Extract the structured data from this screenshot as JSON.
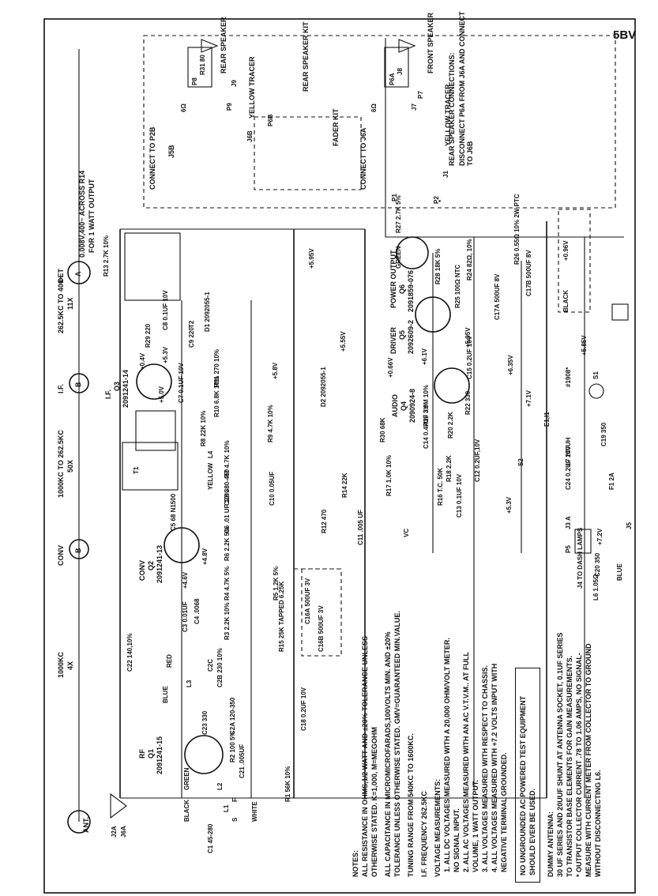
{
  "page": {
    "id": "5BV"
  },
  "stages": [
    {
      "name": "ANT.",
      "freq": "1000KC",
      "gain": "4X"
    },
    {
      "name": "CONV",
      "letter": "B",
      "freq": "1000KC TO 262.5KC",
      "gain": "50X"
    },
    {
      "name": "I.F.",
      "letter": "B",
      "freq": "262.5KC TO 400~",
      "gain": "11X"
    },
    {
      "name": "DET",
      "letter": "A",
      "freq": "0.008V,400~ ACROSS R14",
      "gain": "FOR 1 WATT OUTPUT"
    }
  ],
  "transistors": [
    {
      "ref": "RF",
      "id": "Q1",
      "part": "2091241-15"
    },
    {
      "ref": "CONV",
      "id": "Q2",
      "part": "2091241-13"
    },
    {
      "ref": "I.F.",
      "id": "Q3",
      "part": "2091241-14"
    },
    {
      "ref": "AUDIO",
      "id": "Q4",
      "part": "2090924-8"
    },
    {
      "ref": "DRIVER",
      "id": "Q5",
      "part": "2092609-2"
    },
    {
      "ref": "POWER OUTPUT",
      "id": "Q6",
      "part": "2091859-076"
    }
  ],
  "components": [
    "C1 45-280",
    "L1",
    "S",
    "F",
    "BLACK",
    "GREEN",
    "WHITE",
    "R1 56K 10%",
    "R2 100 5%",
    "C21 .005UF",
    "C23 330",
    "C2A 120-350",
    "C2B 230 10%",
    "C2C",
    "L2",
    "L3",
    "RED",
    "BLUE",
    "C18 0.2UF 10V",
    "C22 140,10%",
    "C3 0.01UF",
    "C4 .0068",
    "R3 2.2K 10%",
    "R4 4.7K 5%",
    "R5 1.2K 5%",
    "C16A 500UF 3V",
    "C16B 500UF 3V",
    "+4.6V",
    "+4.8V",
    "R6 2.2K 5%",
    "C6 .01 UF 10%",
    "C5 68 N1500",
    "T1",
    "C28 380-450",
    "R7 4.7K 10%",
    "L4",
    "YELLOW",
    "C10 0.05UF",
    "R12 470",
    "C11 .005 UF",
    "R8 22K 10%",
    "R9 4.7K 10%",
    "R10 6.8K 10%",
    "C7 0.1UF 10V",
    "R11 270 10%",
    "+5.0V",
    "+0.4V",
    "+5.3V",
    "R29 220",
    "C9 220",
    "C8 0.1UF 10V",
    "T2",
    "D1 2092055-1",
    "R13 2.7K 10%",
    "+5.8V",
    "D2 2092055-1",
    "+5.55V",
    "+5.95V",
    "R14 22K",
    "R15 25K TAPPED 6.25K",
    "VC",
    "R17 1.0K 10%",
    "R16 T.C. 50K",
    "C13 0.1UF 10V",
    "C12 0.2UF,10V",
    "R18 2.2K",
    "+5.3V",
    "C14 0.47UF 3V",
    "R19 3.9M 10%",
    "R20 2.2K",
    "R30 68K",
    "R22 330",
    "+0.66V",
    "C15 0.2UF 10V",
    "+6.1V",
    "+5.95V",
    "R25 100Ω NTC",
    "+6.35V",
    "R24 82Ω, 10%",
    "R26 0.55Ω 10% 2W PTC",
    "C17A 500UF 8V",
    "C17B 500UF 8V",
    "+0.96V",
    "BLACK",
    "GREEN",
    "R27 2.7K 5%",
    "R28 18K 5%",
    "+7.1V",
    "E1,I1",
    "#1908*",
    "+5.85V",
    "S1",
    "S2",
    "L7 240UH",
    "C19 350",
    "C24 0.2UF 10V",
    "F1 2A",
    "J5",
    "P5",
    "J3 A",
    "+7.2V",
    "J4 TO DASH LAMPS",
    "L6 1.05Ω",
    "C20 350",
    "BLUE",
    "*",
    "P1",
    "J1",
    "P2",
    "J2A",
    "J6A",
    "P6A",
    "6Ω",
    "P7",
    "J7",
    "J8",
    "P8",
    "6Ω",
    "J9",
    "P9",
    "R31 80",
    "J6B",
    "P6B"
  ],
  "labels": {
    "rear_speaker": "REAR SPEAKER",
    "rear_speaker_kit": "REAR SPEAKER KIT",
    "front_speaker": "FRONT SPEAKER",
    "yellow_tracer": "YELLOW TRACER",
    "yellow_tracer2": "YELLOW TRACER",
    "connect_p2b": "CONNECT TO P2B",
    "j5b": "J5B",
    "connect_j6a": "CONNECT TO J6A",
    "fader_kit": "FADER KIT",
    "rear_speaker_connections": "REAR SPEAKER CONNECTIONS:",
    "disconnect": "DISCONNECT P6A FROM J6A AND CONNECT TO J6B"
  },
  "notes": [
    "NOTES:",
    "ALL RESISTANCE IN OHMS,1/2 WATT AND ±20% TOLERANCE UNLESS",
    "OTHERWISE STATED. K=1,000, M=MEGOHM",
    "ALL CAPACITANCE IN MICROMICROFARADS,100VOLTS MIN. AND ±20%",
    "TOLERANCE UNLESS OTHERWISE STATED. GMV=GUARANTEED MIN.VALUE.",
    "TUNING RANGE FROM 540KC TO 1600KC.",
    "I.F. FREQUENCY 262.5KC",
    "VOLTAGE MEASUREMENTS:",
    "1. ALL DC VOLTAGES MEASURED WITH A 20,000 OHM/VOLT METER.",
    "   NO SIGNAL INPUT.",
    "2. ALL AC VOLTAGES MEASURED WITH AN AC V.T.V.M.. AT FULL",
    "   VOLUME, 1 WATT OUTPUT.",
    "3. ALL VOLTAGES MEASURED WITH RESPECT TO CHASSIS.",
    "4. ALL VOLTAGES MEASURED WITH +7.2 VOLTS INPUT WITH",
    "   NEGATIVE TERMINAL GROUNDED."
  ],
  "warning": [
    "NO UNGROUNDED AC POWERED TEST EQUIPMENT",
    "SHOULD EVER BE USED."
  ],
  "footnotes": [
    "DUMMY ANTENNA:",
    "30 UF SERIES AND 20UUF SHUNT AT ANTENNA SOCKET, 0.1UF SERIES",
    "TO TRANSISTOR BASE ELEMENTS FOR GAIN MEASUREMENTS.",
    "* OUTPUT COLLECTOR CURRENT .78 TO 1.06 AMPS, NO SIGNAL-",
    "  MEASURE WITH CURRENT METER FROM COLLECTOR TO GROUND",
    "  WITHOUT DISCONNECTING L6."
  ]
}
